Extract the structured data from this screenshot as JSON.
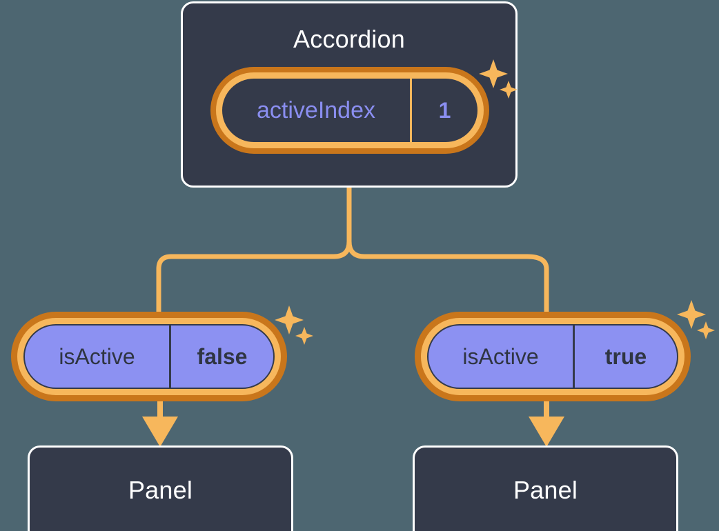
{
  "diagram": {
    "title_node": {
      "label": "Accordion",
      "state": {
        "key": "activeIndex",
        "value": "1"
      }
    },
    "children": [
      {
        "state": {
          "key": "isActive",
          "value": "false"
        },
        "component": {
          "label": "Panel"
        }
      },
      {
        "state": {
          "key": "isActive",
          "value": "true"
        },
        "component": {
          "label": "Panel"
        }
      }
    ],
    "icons": {
      "sparkle_large": "sparkle-icon",
      "sparkle_small": "sparkle-icon",
      "arrow_down": "arrow-down-icon"
    },
    "colors": {
      "background": "#4d6671",
      "card_fill": "#343a4a",
      "card_border": "#ffffff",
      "pill_ring_outer": "#c9761b",
      "pill_ring_inner": "#f7b75c",
      "pill_fill_bool": "#8c91f2",
      "state_text_violet": "#8a8ef0",
      "state_text_dark": "#2f3542",
      "connector": "#f7b75c"
    }
  }
}
